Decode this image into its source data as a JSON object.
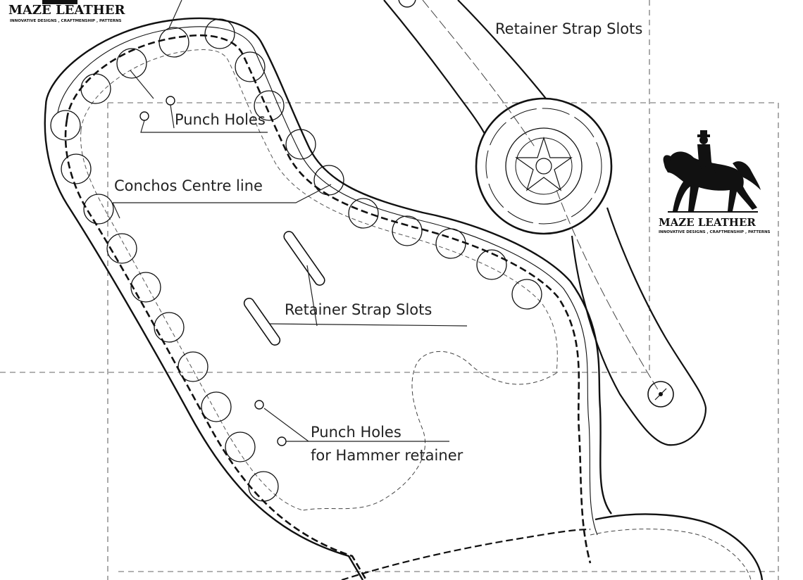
{
  "brand": {
    "name": "MAZE LEATHER",
    "tagline": "INNOVATIVE DESIGNS , CRAFTMENSHIP , PATTERNS"
  },
  "labels": {
    "retainer_strap_slots_top": "Retainer Strap Slots",
    "punch_holes": "Punch Holes",
    "conchos_centre_line": "Conchos Centre line",
    "retainer_strap_slots": "Retainer Strap Slots",
    "punch_holes_hammer_line1": "Punch Holes",
    "punch_holes_hammer_line2": "for Hammer retainer"
  },
  "colors": {
    "line": "#111111",
    "dashed": "#555555",
    "background": "#ffffff"
  }
}
